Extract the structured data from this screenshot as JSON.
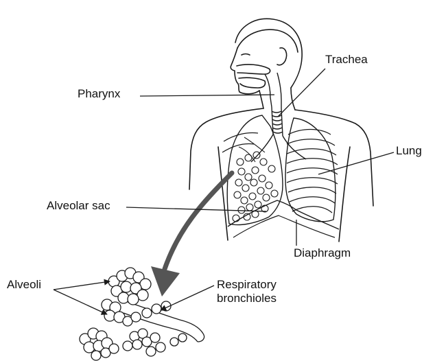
{
  "labels": {
    "trachea": "Trachea",
    "pharynx": "Pharynx",
    "lung": "Lung",
    "alveolar_sac": "Alveolar sac",
    "diaphragm": "Diaphragm",
    "alveoli": "Alveoli",
    "respiratory_line1": "Respiratory",
    "respiratory_line2": "bronchioles"
  },
  "colors": {
    "outline": "#1a1a1a",
    "arrow": "#555555",
    "label_text": "#111111",
    "background": "#ffffff"
  }
}
